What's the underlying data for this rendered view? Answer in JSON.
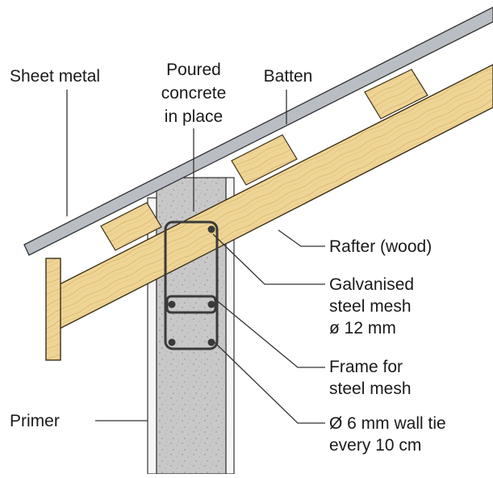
{
  "labels": {
    "sheet_metal": "Sheet metal",
    "poured_concrete": [
      "Poured",
      "concrete",
      "in place"
    ],
    "batten": "Batten",
    "rafter": "Rafter (wood)",
    "galvanised_mesh": [
      "Galvanised",
      "steel mesh",
      "ø 12 mm"
    ],
    "frame": [
      "Frame for",
      "steel mesh"
    ],
    "wall_tie": [
      "Ø 6 mm wall tie",
      "every 10 cm"
    ],
    "primer": "Primer"
  },
  "colors": {
    "wood": "#efd595",
    "wood_grain": "#d4b26a",
    "wood_edge": "#3a2f1a",
    "concrete": "#c8c8c8",
    "concrete_speckle": "#9a9a9a",
    "sheet_metal": "#b9bec4",
    "primer": "#f4f4f4",
    "steel": "#3c3c3c",
    "leader_line": "#333333"
  }
}
